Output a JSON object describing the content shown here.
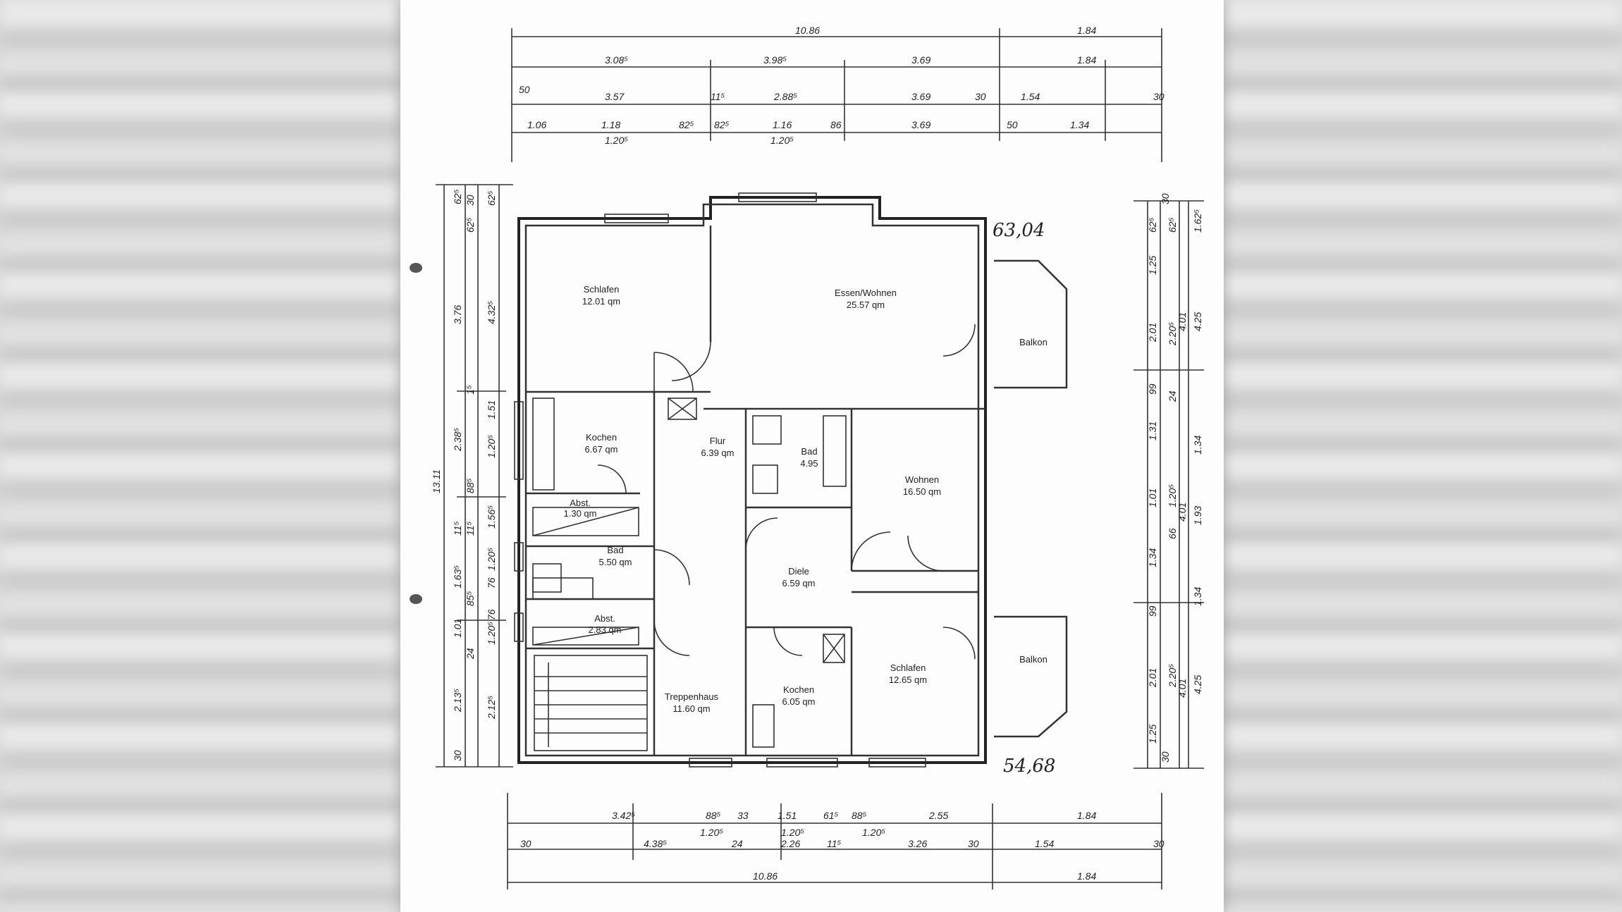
{
  "colors": {
    "paper": "#fdfdfd",
    "ink": "#222222",
    "background": "#d9d9d9"
  },
  "annotations": {
    "upper_total": "63,04",
    "lower_total": "54,68"
  },
  "dims_top": {
    "row1": [
      "10.86",
      "1.84"
    ],
    "row2": [
      "3.08⁵",
      "3.98⁵",
      "3.69",
      "1.84"
    ],
    "row3": [
      "50",
      "3.57",
      "11⁵",
      "2.88⁵",
      "3.69",
      "30",
      "1.54",
      "30"
    ],
    "row4": [
      "1.06",
      "1.18",
      "82⁵",
      "82⁵",
      "1.16",
      "86",
      "3.69",
      "50",
      "1.34"
    ],
    "row5": [
      "1.20⁵",
      "1.20⁵"
    ]
  },
  "dims_bottom": {
    "row1": [
      "3.42⁵",
      "88⁵",
      "33",
      "1.51",
      "61⁵",
      "88⁵",
      "2.55",
      "1.84"
    ],
    "row2": [
      "1.20⁵",
      "1.20⁵",
      "1.20⁵"
    ],
    "row3": [
      "30",
      "4.38⁵",
      "24",
      "2.26",
      "11⁵",
      "3.26",
      "30",
      "1.54",
      "30"
    ],
    "row4": [
      "10.86",
      "1.84"
    ]
  },
  "dims_left": {
    "outer": [
      "13.11"
    ],
    "col2": [
      "62⁵",
      "3.76",
      "2.38⁵",
      "11⁵",
      "1.63⁵",
      "1.01",
      "2.13⁵",
      "30"
    ],
    "col3": [
      "30",
      "62⁵",
      "1⁵",
      "88⁵",
      "11⁵",
      "85⁵",
      "24"
    ],
    "col4": [
      "62⁵",
      "4.32⁵",
      "1.51",
      "1.20⁵",
      "1.56⁵",
      "1.20⁵",
      "76",
      "76",
      "1.20⁵",
      "2.12⁵"
    ]
  },
  "dims_right": {
    "col1": [
      "30",
      "62⁵",
      "1.25",
      "2.01",
      "99",
      "1.31",
      "1.01",
      "1.34",
      "99",
      "2.01",
      "1.25",
      "30"
    ],
    "col2": [
      "62⁵",
      "2.20⁵",
      "1.20⁵",
      "24",
      "66",
      "2.20⁵"
    ],
    "col3": [
      "4.01",
      "4.01",
      "4.01"
    ],
    "col4": [
      "1.62⁵",
      "4.25",
      "1.34",
      "1.93",
      "1.34",
      "4.25"
    ]
  },
  "rooms": [
    {
      "name": "Schlafen",
      "area": "12.01 qm"
    },
    {
      "name": "Essen/Wohnen",
      "area": "25.57 qm"
    },
    {
      "name": "Balkon",
      "area": ""
    },
    {
      "name": "Kochen",
      "area": "6.67 qm"
    },
    {
      "name": "Flur",
      "area": "6.39 qm"
    },
    {
      "name": "Bad",
      "area": "4.95"
    },
    {
      "name": "Wohnen",
      "area": "16.50 qm"
    },
    {
      "name": "Abst.",
      "area": "1.30 qm"
    },
    {
      "name": "Bad",
      "area": "5.50 qm"
    },
    {
      "name": "Diele",
      "area": "6.59 qm"
    },
    {
      "name": "Abst.",
      "area": "2.83 qm"
    },
    {
      "name": "Treppenhaus",
      "area": "11.60 qm"
    },
    {
      "name": "Kochen",
      "area": "6.05 qm"
    },
    {
      "name": "Schlafen",
      "area": "12.65 qm"
    },
    {
      "name": "Balkon",
      "area": ""
    }
  ]
}
